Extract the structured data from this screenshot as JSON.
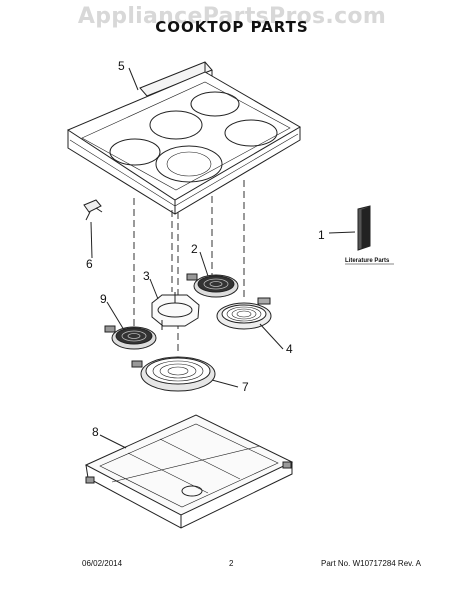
{
  "watermark": "AppliancePartsPros.com",
  "title": "COOKTOP PARTS",
  "callouts": {
    "c1": "1",
    "c2": "2",
    "c3": "3",
    "c4": "4",
    "c5": "5",
    "c6": "6",
    "c7": "7",
    "c8": "8",
    "c9": "9"
  },
  "literature_label": "Literature Parts",
  "footer": {
    "date": "06/02/2014",
    "page": "2",
    "part": "Part No.  W10717284  Rev.  A"
  }
}
